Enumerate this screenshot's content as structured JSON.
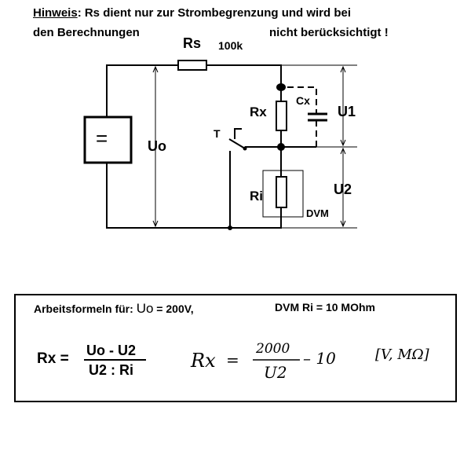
{
  "note": {
    "prefix": "Hinweis",
    "line1": ": Rs dient nur zur Strombegrenzung und wird bei",
    "line2a": "den Berechnungen",
    "line2b": "nicht berücksichtigt !"
  },
  "labels": {
    "rs": "Rs",
    "rs_value": "100k",
    "rx": "Rx",
    "cx": "Cx",
    "u1": "U1",
    "u2": "U2",
    "t": "T",
    "uo": "Uo",
    "ri": "Ri",
    "dvm": "DVM",
    "source_symbol": "="
  },
  "formula": {
    "heading": "Arbeitsformeln für:",
    "uo_sym": "Uo",
    "uo_val": " = 200V,",
    "dvm": "DVM  Ri = 10 MOhm",
    "lhs": "Rx =",
    "num": "Uo - U2",
    "den": "U2 : Ri",
    "hand_lhs": "Rx",
    "hand_eq": "=",
    "hand_num": "2000",
    "hand_den": "U2",
    "hand_minus": "– 10",
    "units": "[V, MΩ]"
  }
}
